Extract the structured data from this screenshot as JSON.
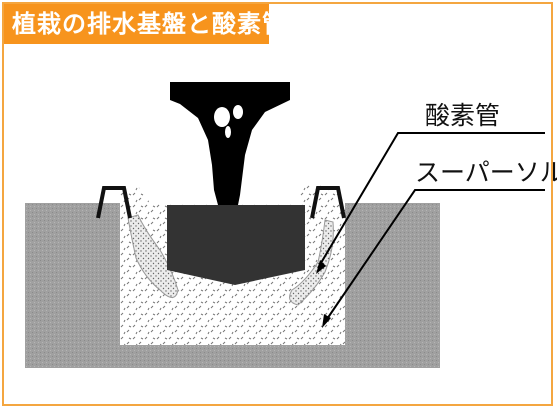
{
  "title": "植栽の排水基盤と酸素管",
  "labels": {
    "oxygen_pipe": "酸素管",
    "super_soil": "スーパーソル"
  },
  "colors": {
    "title_bg": "#f7941d",
    "frame": "#f4a640",
    "ground": "#999999",
    "root_ball": "#333333",
    "tree": "#000000"
  }
}
